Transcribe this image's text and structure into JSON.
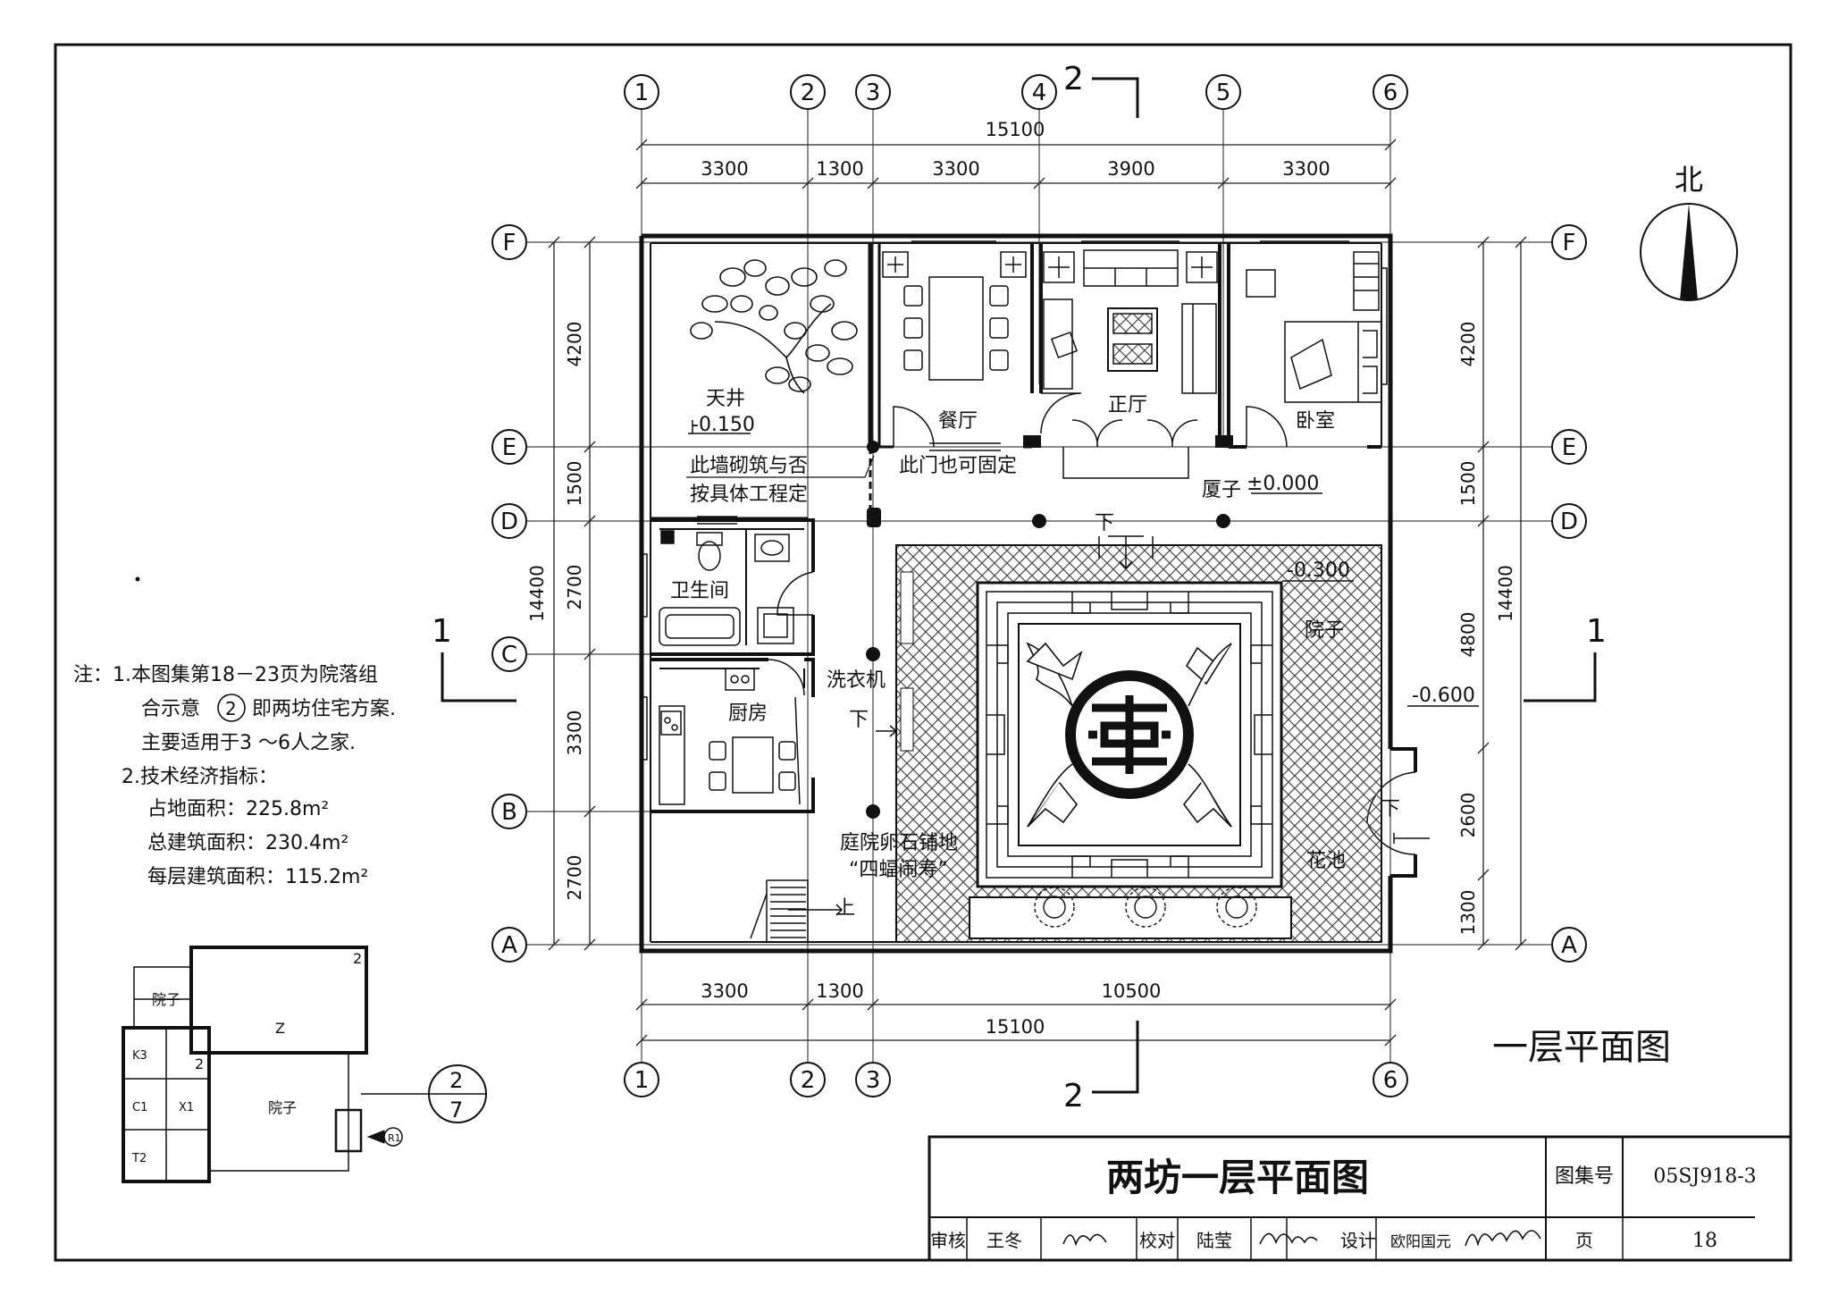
{
  "axes": {
    "cols_top": [
      "1",
      "2",
      "3",
      "4",
      "5",
      "6"
    ],
    "cols_bottom": [
      "1",
      "2",
      "3",
      "6"
    ],
    "rows_left": [
      "F",
      "E",
      "D",
      "C",
      "B",
      "A"
    ],
    "rows_right": [
      "F",
      "E",
      "D",
      "A"
    ]
  },
  "dims": {
    "top_total": "15100",
    "top_parts": [
      "3300",
      "1300",
      "3300",
      "3900",
      "3300"
    ],
    "bottom_parts": [
      "3300",
      "1300",
      "10500"
    ],
    "bottom_total": "15100",
    "left_parts": [
      "4200",
      "1500",
      "2700",
      "3300",
      "2700"
    ],
    "left_total": "14400",
    "right_parts": [
      "4200",
      "1500",
      "4800",
      "2600",
      "1300"
    ],
    "right_total": "14400"
  },
  "section_marks": {
    "section_2": "2",
    "section_1": "1"
  },
  "north": "北",
  "rooms": {
    "tianjing": "天井",
    "tianjing_level": "-0.150",
    "canting": "餐厅",
    "zhengting": "正厅",
    "woshi": "卧室",
    "xiazi": "厦子",
    "xiazi_level": "±0.000",
    "weishengjian": "卫生间",
    "xiyiji": "洗衣机",
    "chufang": "厨房",
    "yuanzi": "院子",
    "yuanzi_level": "-0.300",
    "huachi": "花池",
    "outer_level": "-0.600",
    "down": "下",
    "up": "上"
  },
  "annotations": {
    "wall_note_1": "此墙砌筑与否",
    "wall_note_2": "按具体工程定",
    "door_note": "此门也可固定",
    "paving_1": "庭院卵石铺地",
    "paving_2": "“四蝠闹寿”"
  },
  "notes": [
    "注：1.本图集第18－23页为院落组",
    "合示意",
    "即两坊住宅方案.",
    "主要适用于3 ～6人之家.",
    "2.技术经济指标：",
    "占地面积：225.8m²",
    "总建筑面积：230.4m²",
    "每层建筑面积：115.2m²"
  ],
  "notes_circle": "2",
  "keyplan": {
    "label_yuanzi": "院子",
    "label_yuanzi_2": "院子",
    "label_z": "Z",
    "label_k3": "K3",
    "label_c1": "C1",
    "label_x1": "X1",
    "label_t2": "T2",
    "label_r1": "R1",
    "num_a": "2",
    "num_b": "2",
    "ref_top": "2",
    "ref_bottom": "7"
  },
  "drawing_label": "一层平面图",
  "title_block": {
    "title": "两坊一层平面图",
    "atlas_label": "图集号",
    "atlas_no": "05SJ918-3",
    "review_label": "审核",
    "review_name": "王冬",
    "check_label": "校对",
    "check_name": "陆莹",
    "design_label": "设计",
    "design_name": "欧阳国元",
    "page_label": "页",
    "page_no": "18"
  }
}
